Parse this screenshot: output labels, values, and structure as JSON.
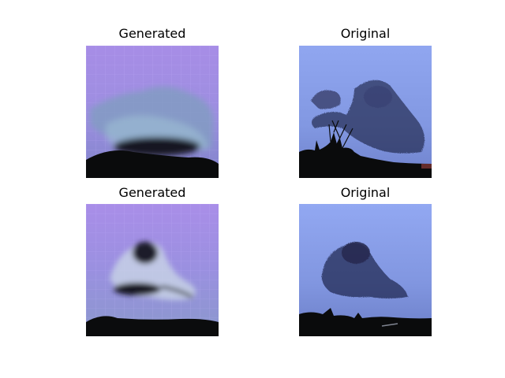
{
  "panels": [
    {
      "title": "Generated"
    },
    {
      "title": "Original"
    },
    {
      "title": "Generated"
    },
    {
      "title": "Original"
    }
  ],
  "colors": {
    "generated_sky": "#a88ee8",
    "original_sky": "#8ea2ee",
    "silhouette": "#0a0b0c",
    "flock": "#1a1d33"
  }
}
